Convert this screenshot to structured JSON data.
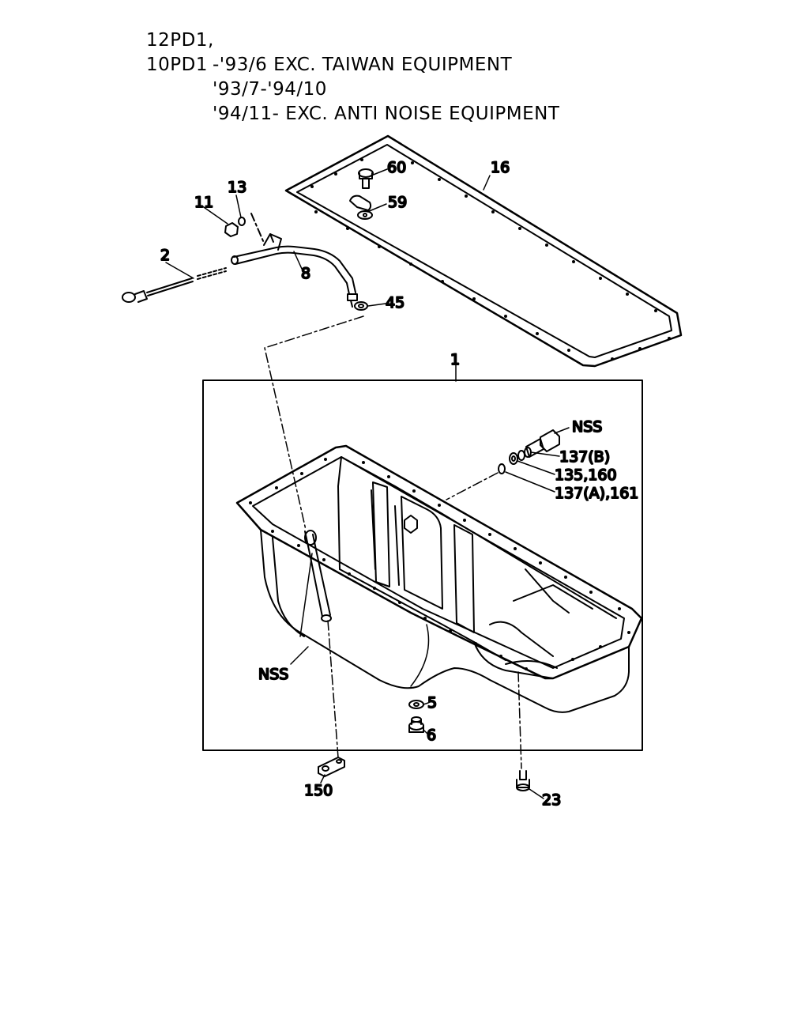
{
  "header": {
    "lines": [
      {
        "model": "12PD1,",
        "range": ""
      },
      {
        "model": "10PD1",
        "range": "-'93/6 EXC. TAIWAN EQUIPMENT"
      },
      {
        "model": "",
        "range": "'93/7-'94/10"
      },
      {
        "model": "",
        "range": "'94/11- EXC. ANTI NOISE EQUIPMENT"
      }
    ]
  },
  "callouts": {
    "c1": "1",
    "c2": "2",
    "c5": "5",
    "c6": "6",
    "c8": "8",
    "c11": "11",
    "c13": "13",
    "c16": "16",
    "c23": "23",
    "c45": "45",
    "c59": "59",
    "c60": "60",
    "c150": "150",
    "c137b": "137(B)",
    "c135": "135,160",
    "c137a": "137(A),161",
    "nss_plug": "NSS",
    "nss_pan": "NSS"
  },
  "colors": {
    "ink": "#000000",
    "paper": "#ffffff"
  }
}
